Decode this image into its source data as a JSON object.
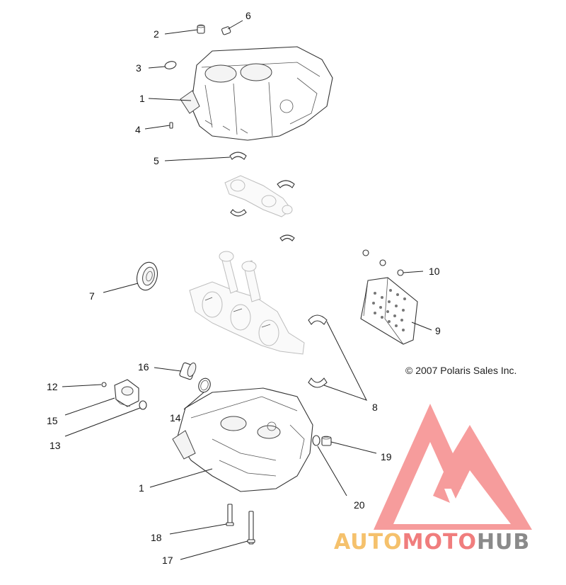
{
  "callouts": [
    {
      "id": "c2",
      "label": "2"
    },
    {
      "id": "c6",
      "label": "6"
    },
    {
      "id": "c3",
      "label": "3"
    },
    {
      "id": "c1a",
      "label": "1"
    },
    {
      "id": "c4",
      "label": "4"
    },
    {
      "id": "c5",
      "label": "5"
    },
    {
      "id": "c10",
      "label": "10"
    },
    {
      "id": "c7",
      "label": "7"
    },
    {
      "id": "c9",
      "label": "9"
    },
    {
      "id": "c16",
      "label": "16"
    },
    {
      "id": "c12",
      "label": "12"
    },
    {
      "id": "c15",
      "label": "15"
    },
    {
      "id": "c14",
      "label": "14"
    },
    {
      "id": "c13",
      "label": "13"
    },
    {
      "id": "c8",
      "label": "8"
    },
    {
      "id": "c19",
      "label": "19"
    },
    {
      "id": "c1b",
      "label": "1"
    },
    {
      "id": "c20",
      "label": "20"
    },
    {
      "id": "c18",
      "label": "18"
    },
    {
      "id": "c17",
      "label": "17"
    }
  ],
  "copyright": "© 2007 Polaris Sales Inc.",
  "watermark": {
    "part1": "AUTO",
    "part2": "MOTO",
    "part3": "HUB",
    "color1": "#f5c16c",
    "color2": "#f07d7d",
    "color3": "#8a8a8a",
    "logo_color": "#f47c7c"
  }
}
